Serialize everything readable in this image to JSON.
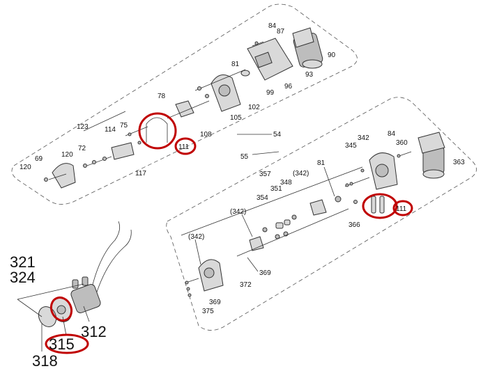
{
  "upper_assembly": {
    "labels": [
      "84",
      "87",
      "90",
      "93",
      "96",
      "99",
      "81",
      "102",
      "105",
      "78",
      "108",
      "111",
      "123",
      "114",
      "75",
      "54",
      "72",
      "120",
      "117",
      "69",
      "120"
    ]
  },
  "lower_assembly": {
    "labels": [
      "55",
      "342",
      "84",
      "360",
      "345",
      "363",
      "357",
      "81",
      "(342)",
      "348",
      "351",
      "354",
      "111",
      "366",
      "(342)",
      "(342)",
      "369",
      "372",
      "369",
      "375"
    ]
  },
  "pump_detail": {
    "labels": [
      "321",
      "324",
      "312",
      "315",
      "318"
    ]
  },
  "highlight_color": "#c00000"
}
